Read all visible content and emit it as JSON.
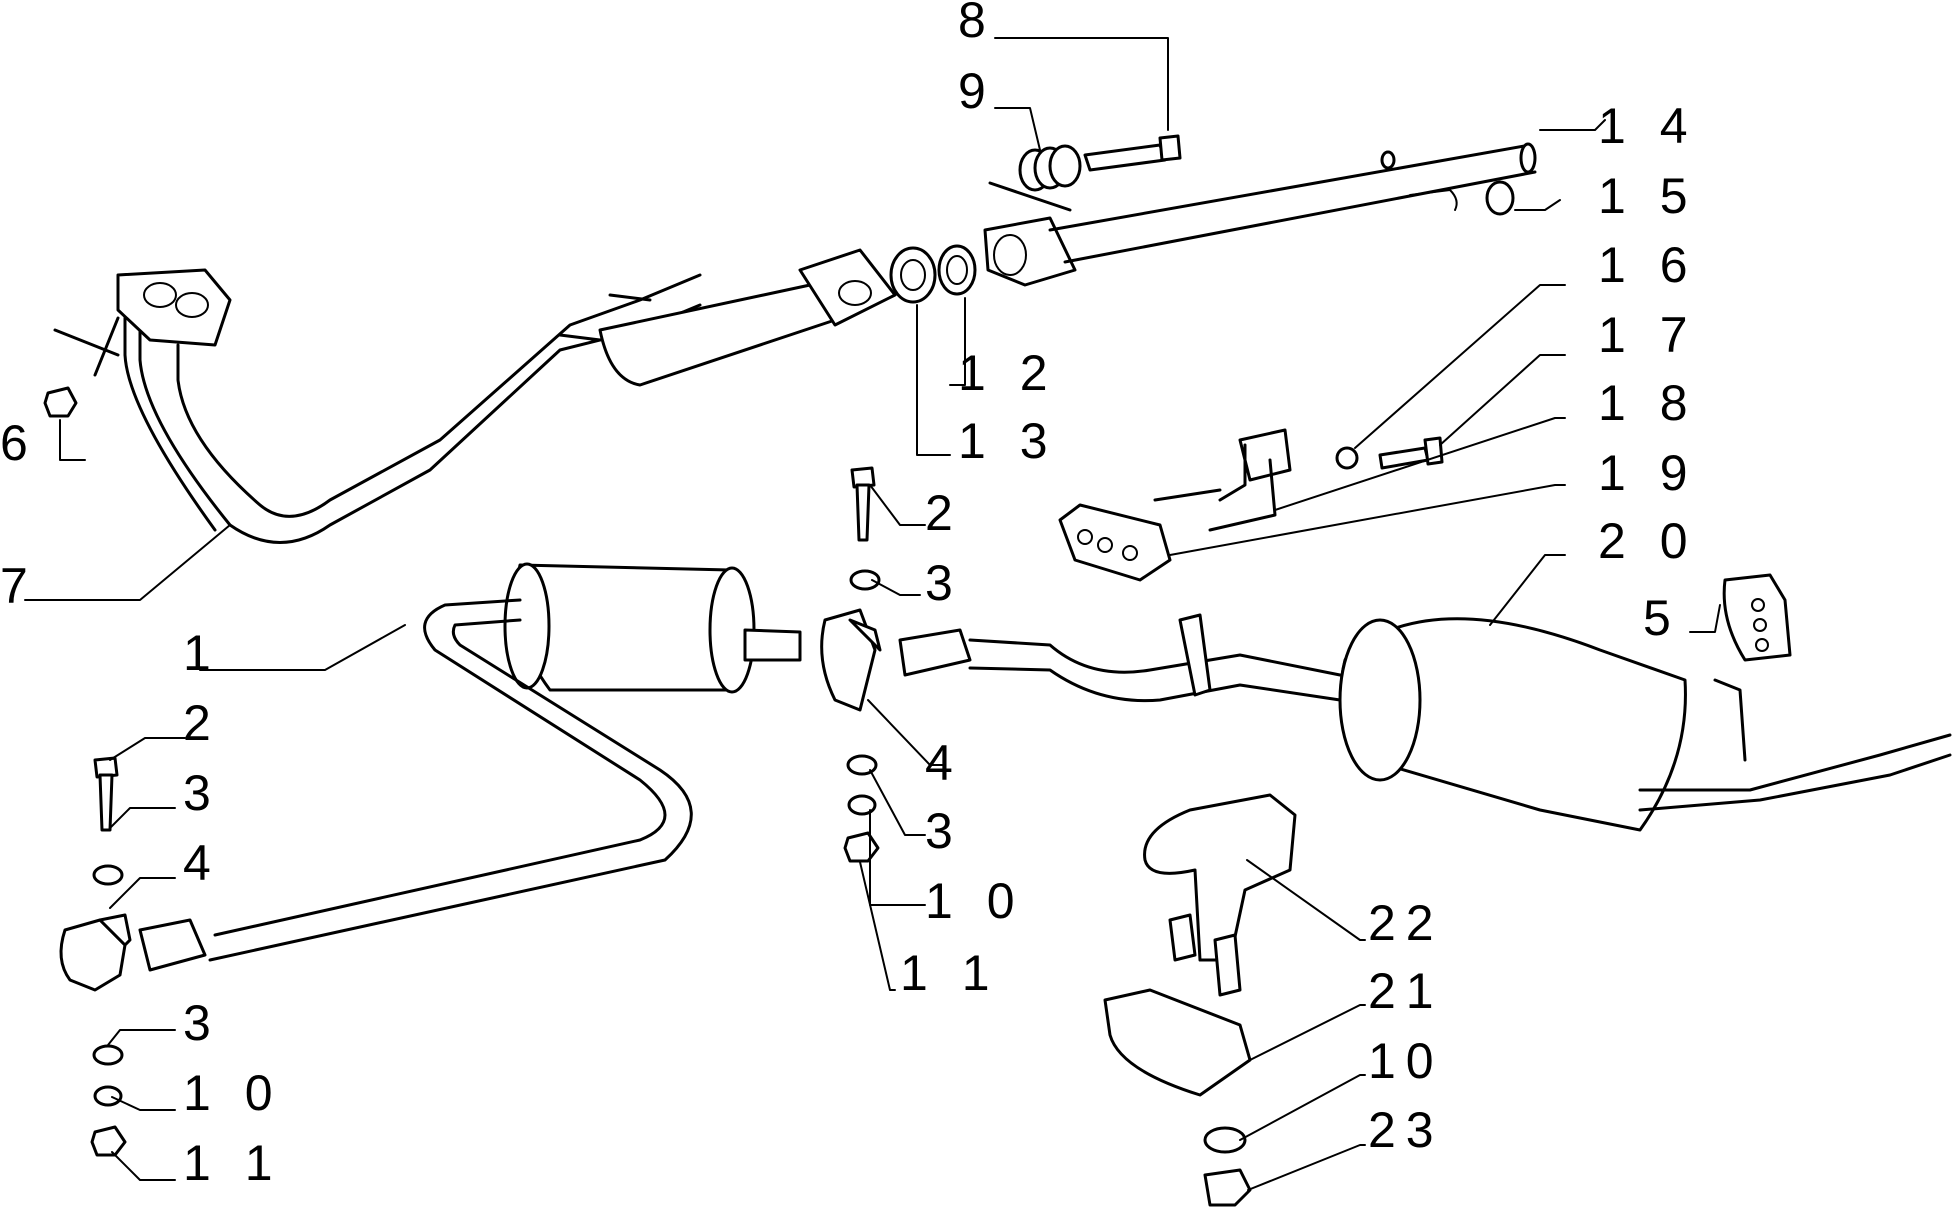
{
  "labels": {
    "l1": "1",
    "l2a": "2",
    "l2b": "2",
    "l3a": "3",
    "l3b": "3",
    "l3c": "3",
    "l3d": "3",
    "l4a": "4",
    "l4b": "4",
    "l5": "5",
    "l6": "6",
    "l7": "7",
    "l8": "8",
    "l9": "9",
    "l10a": "1 0",
    "l10b": "1 0",
    "l10c": "10",
    "l11a": "1 1",
    "l11b": "1 1",
    "l12": "1 2",
    "l13": "1 3",
    "l14": "1 4",
    "l15": "1 5",
    "l16": "1 6",
    "l17": "1 7",
    "l18": "1 8",
    "l19": "1 9",
    "l20": "2 0",
    "l21": "21",
    "l22": "22",
    "l23": "23"
  }
}
